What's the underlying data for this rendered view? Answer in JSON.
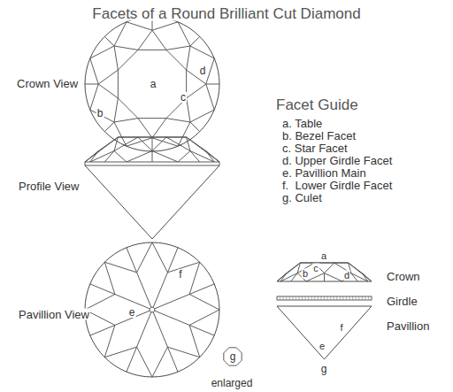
{
  "diagram": {
    "title": "Facets of a Round Brilliant Cut Diamond",
    "labels": [
      "Crown View",
      "a",
      "b",
      "c",
      "d",
      "Profile View",
      "Facet Guide",
      "a. Table",
      "b. Bezel Facet",
      "c. Star Facet",
      "d. Upper Girdle Facet",
      "e. Pavillion Main",
      "f.  Lower Girdle Facet",
      "g. Culet",
      "Pavillion View",
      "f",
      "e",
      "g",
      "enlarged",
      "a",
      "b",
      "c",
      "d",
      "Crown",
      "Girdle",
      "Pavillion",
      "f",
      "e",
      "g"
    ]
  }
}
